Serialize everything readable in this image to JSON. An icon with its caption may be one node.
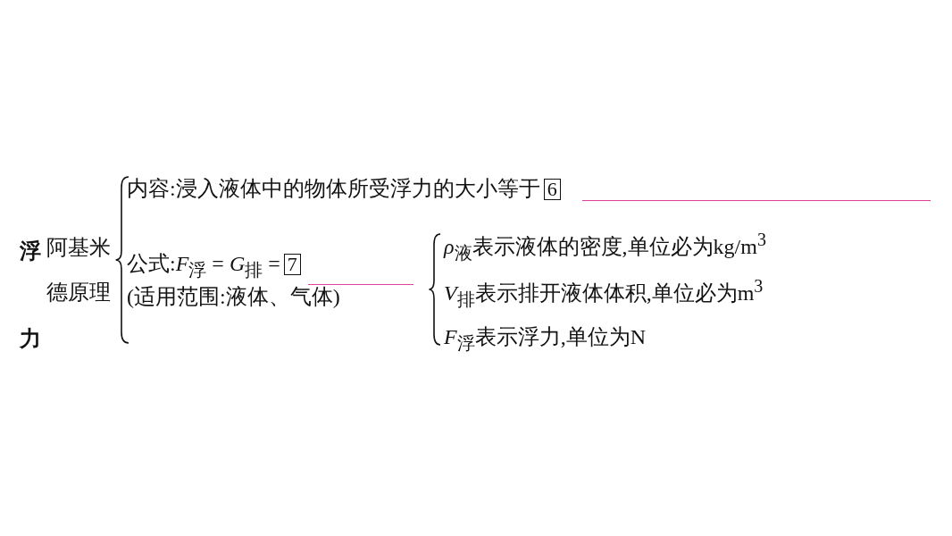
{
  "diagram": {
    "nodes": [
      {
        "text": [
          "浮力"
        ]
      },
      {
        "text": [
          "阿基米德原理"
        ]
      },
      {
        "text": [
          "内容:浸入液体中的物体所受浮力的大小等于",
          "6"
        ]
      },
      {
        "text": [
          "公式:*F*$_{浮}$ = *G*$_{排}$ =",
          "7",
          "(适用范围:液体、气体)"
        ]
      },
      {
        "text": [
          "*ρ*$_{液}$表示液体的密度,单位必为kg/m$^{3}$"
        ]
      },
      {
        "text": [
          "*V*$_{排}$表示排开液体体积,单位必为m$^{3}$"
        ]
      },
      {
        "text": [
          "*F*$_{浮}$表示浮力,单位为N"
        ]
      }
    ]
  }
}
